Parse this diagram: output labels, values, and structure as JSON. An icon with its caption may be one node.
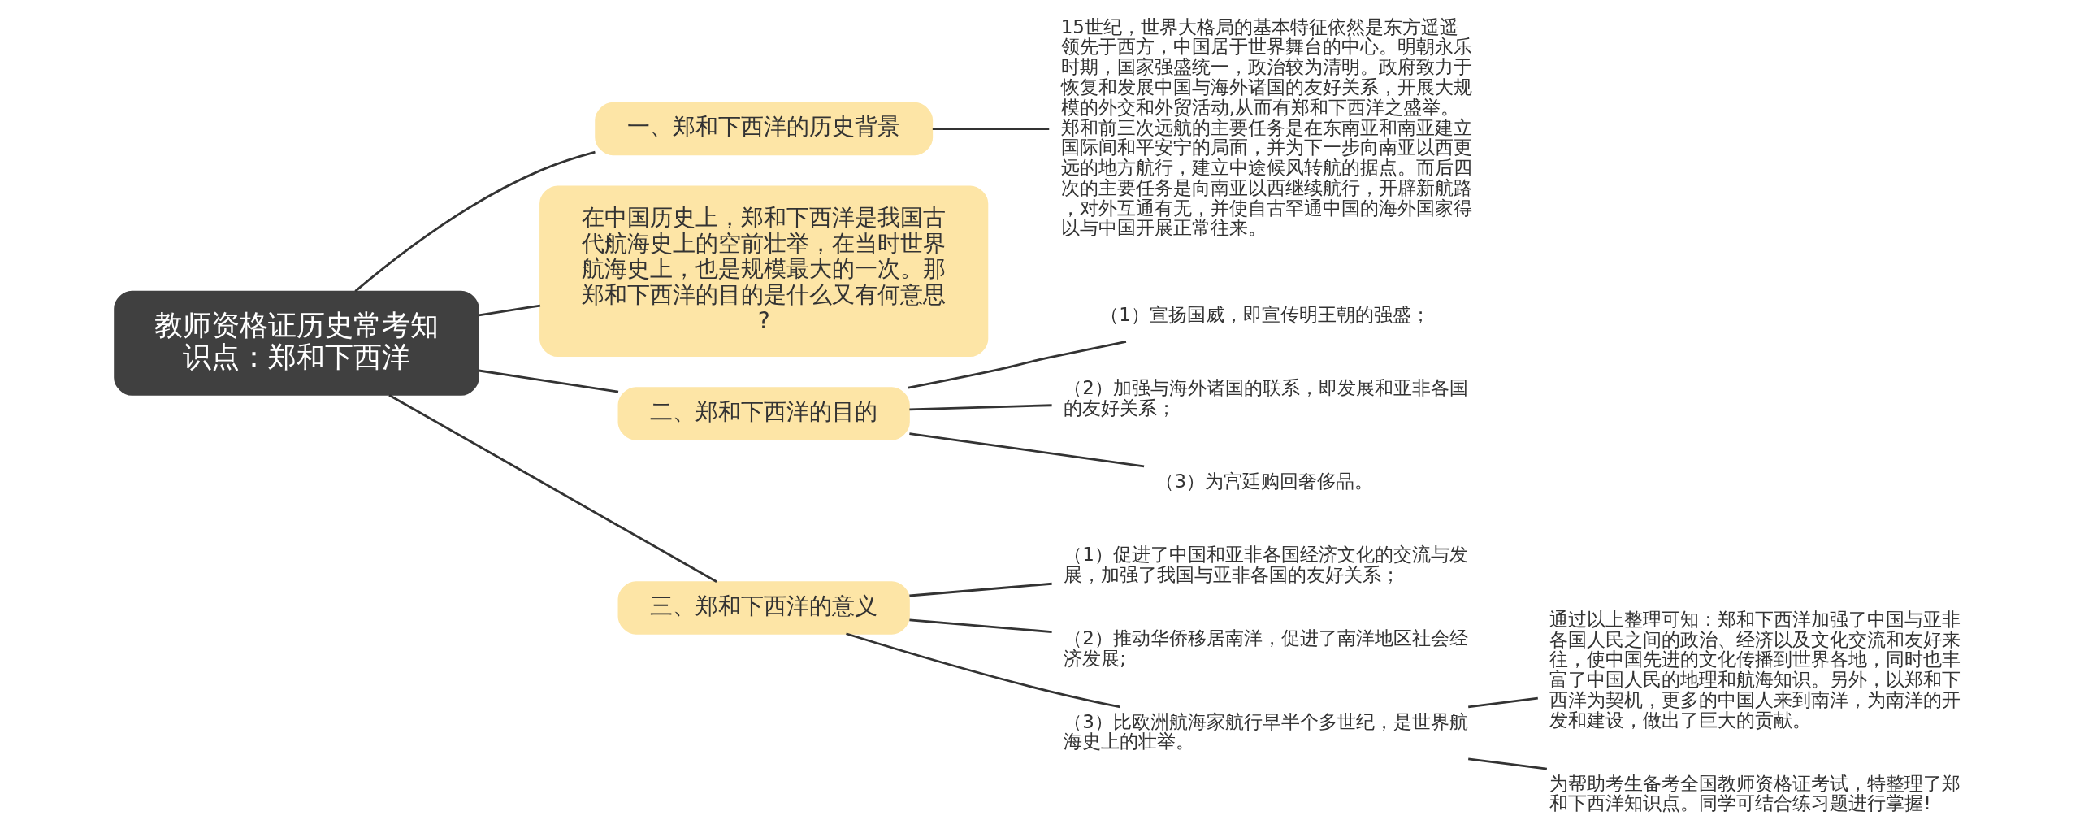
{
  "diagram": {
    "nodes": [
      {
        "text": [
          "教师资格证历史常考知识点：郑和下西洋"
        ]
      },
      {
        "text": [
          "一、郑和下西洋的历史背景"
        ]
      },
      {
        "text": [
          "15世纪，世界大格局的基本特征依然是东方遥遥领先于西方，中国居于世界舞台的中心。明朝永乐时期，国家强盛统一，政治较为清明。政府致力于恢复和发展中国与海外诸国的友好关系，开展大规模的外交和外贸活动,从而有郑和下西洋之盛举。郑和前三次远航的主要任务是在东南亚和南亚建立国际间和平安宁的局面，并为下一步向南亚以西更远的地方航行，建立中途候风转航的据点。而后四次的主要任务是向南亚以西继续航行，开辟新航路，对外互通有无，并使自古罕通中国的海外国家得以与中国开展正常往来。"
        ]
      },
      {
        "text": [
          "在中国历史上，郑和下西洋是我国古代航海史上的空前壮举，在当时世界航海史上，也是规模最大的一次。那郑和下西洋的目的是什么又有何意思?"
        ]
      },
      {
        "text": [
          "二、郑和下西洋的目的"
        ]
      },
      {
        "text": [
          "（1）宣扬国威，即宣传明王朝的强盛；"
        ]
      },
      {
        "text": [
          "（2）加强与海外诸国的联系，即发展和亚非各国的友好关系；"
        ]
      },
      {
        "text": [
          "（3）为宫廷购回奢侈品。"
        ]
      },
      {
        "text": [
          "三、郑和下西洋的意义"
        ]
      },
      {
        "text": [
          "（1）促进了中国和亚非各国经济文化的交流与发展，加强了我国与亚非各国的友好关系；"
        ]
      },
      {
        "text": [
          "（2）推动华侨移居南洋，促进了南洋地区社会经济发展;"
        ]
      },
      {
        "text": [
          "（3）比欧洲航海家航行早半个多世纪，是世界航海史上的壮举。"
        ]
      },
      {
        "text": [
          "通过以上整理可知：郑和下西洋加强了中国与亚非各国人民之间的政治、经济以及文化交流和友好来往，使中国先进的文化传播到世界各地，同时也丰富了中国人民的地理和航海知识。另外，以郑和下西洋为契机，更多的中国人来到南洋，为南洋的开发和建设，做出了巨大的贡献。"
        ]
      },
      {
        "text": [
          "为帮助考生备考全国教师资格证考试，特整理了郑和下西洋知识点。同学可结合练习题进行掌握!"
        ]
      }
    ],
    "edges": [
      {
        "from": 0,
        "to": 1,
        "arrow": "none"
      },
      {
        "from": 1,
        "to": 2,
        "arrow": "none"
      },
      {
        "from": 0,
        "to": 3,
        "arrow": "none"
      },
      {
        "from": 0,
        "to": 4,
        "arrow": "none"
      },
      {
        "from": 4,
        "to": 5,
        "arrow": "none"
      },
      {
        "from": 4,
        "to": 6,
        "arrow": "none"
      },
      {
        "from": 4,
        "to": 7,
        "arrow": "none"
      },
      {
        "from": 0,
        "to": 8,
        "arrow": "none"
      },
      {
        "from": 8,
        "to": 9,
        "arrow": "none"
      },
      {
        "from": 8,
        "to": 10,
        "arrow": "none"
      },
      {
        "from": 8,
        "to": 11,
        "arrow": "none"
      },
      {
        "from": 11,
        "to": 12,
        "arrow": "none"
      },
      {
        "from": 11,
        "to": 13,
        "arrow": "none"
      }
    ]
  }
}
